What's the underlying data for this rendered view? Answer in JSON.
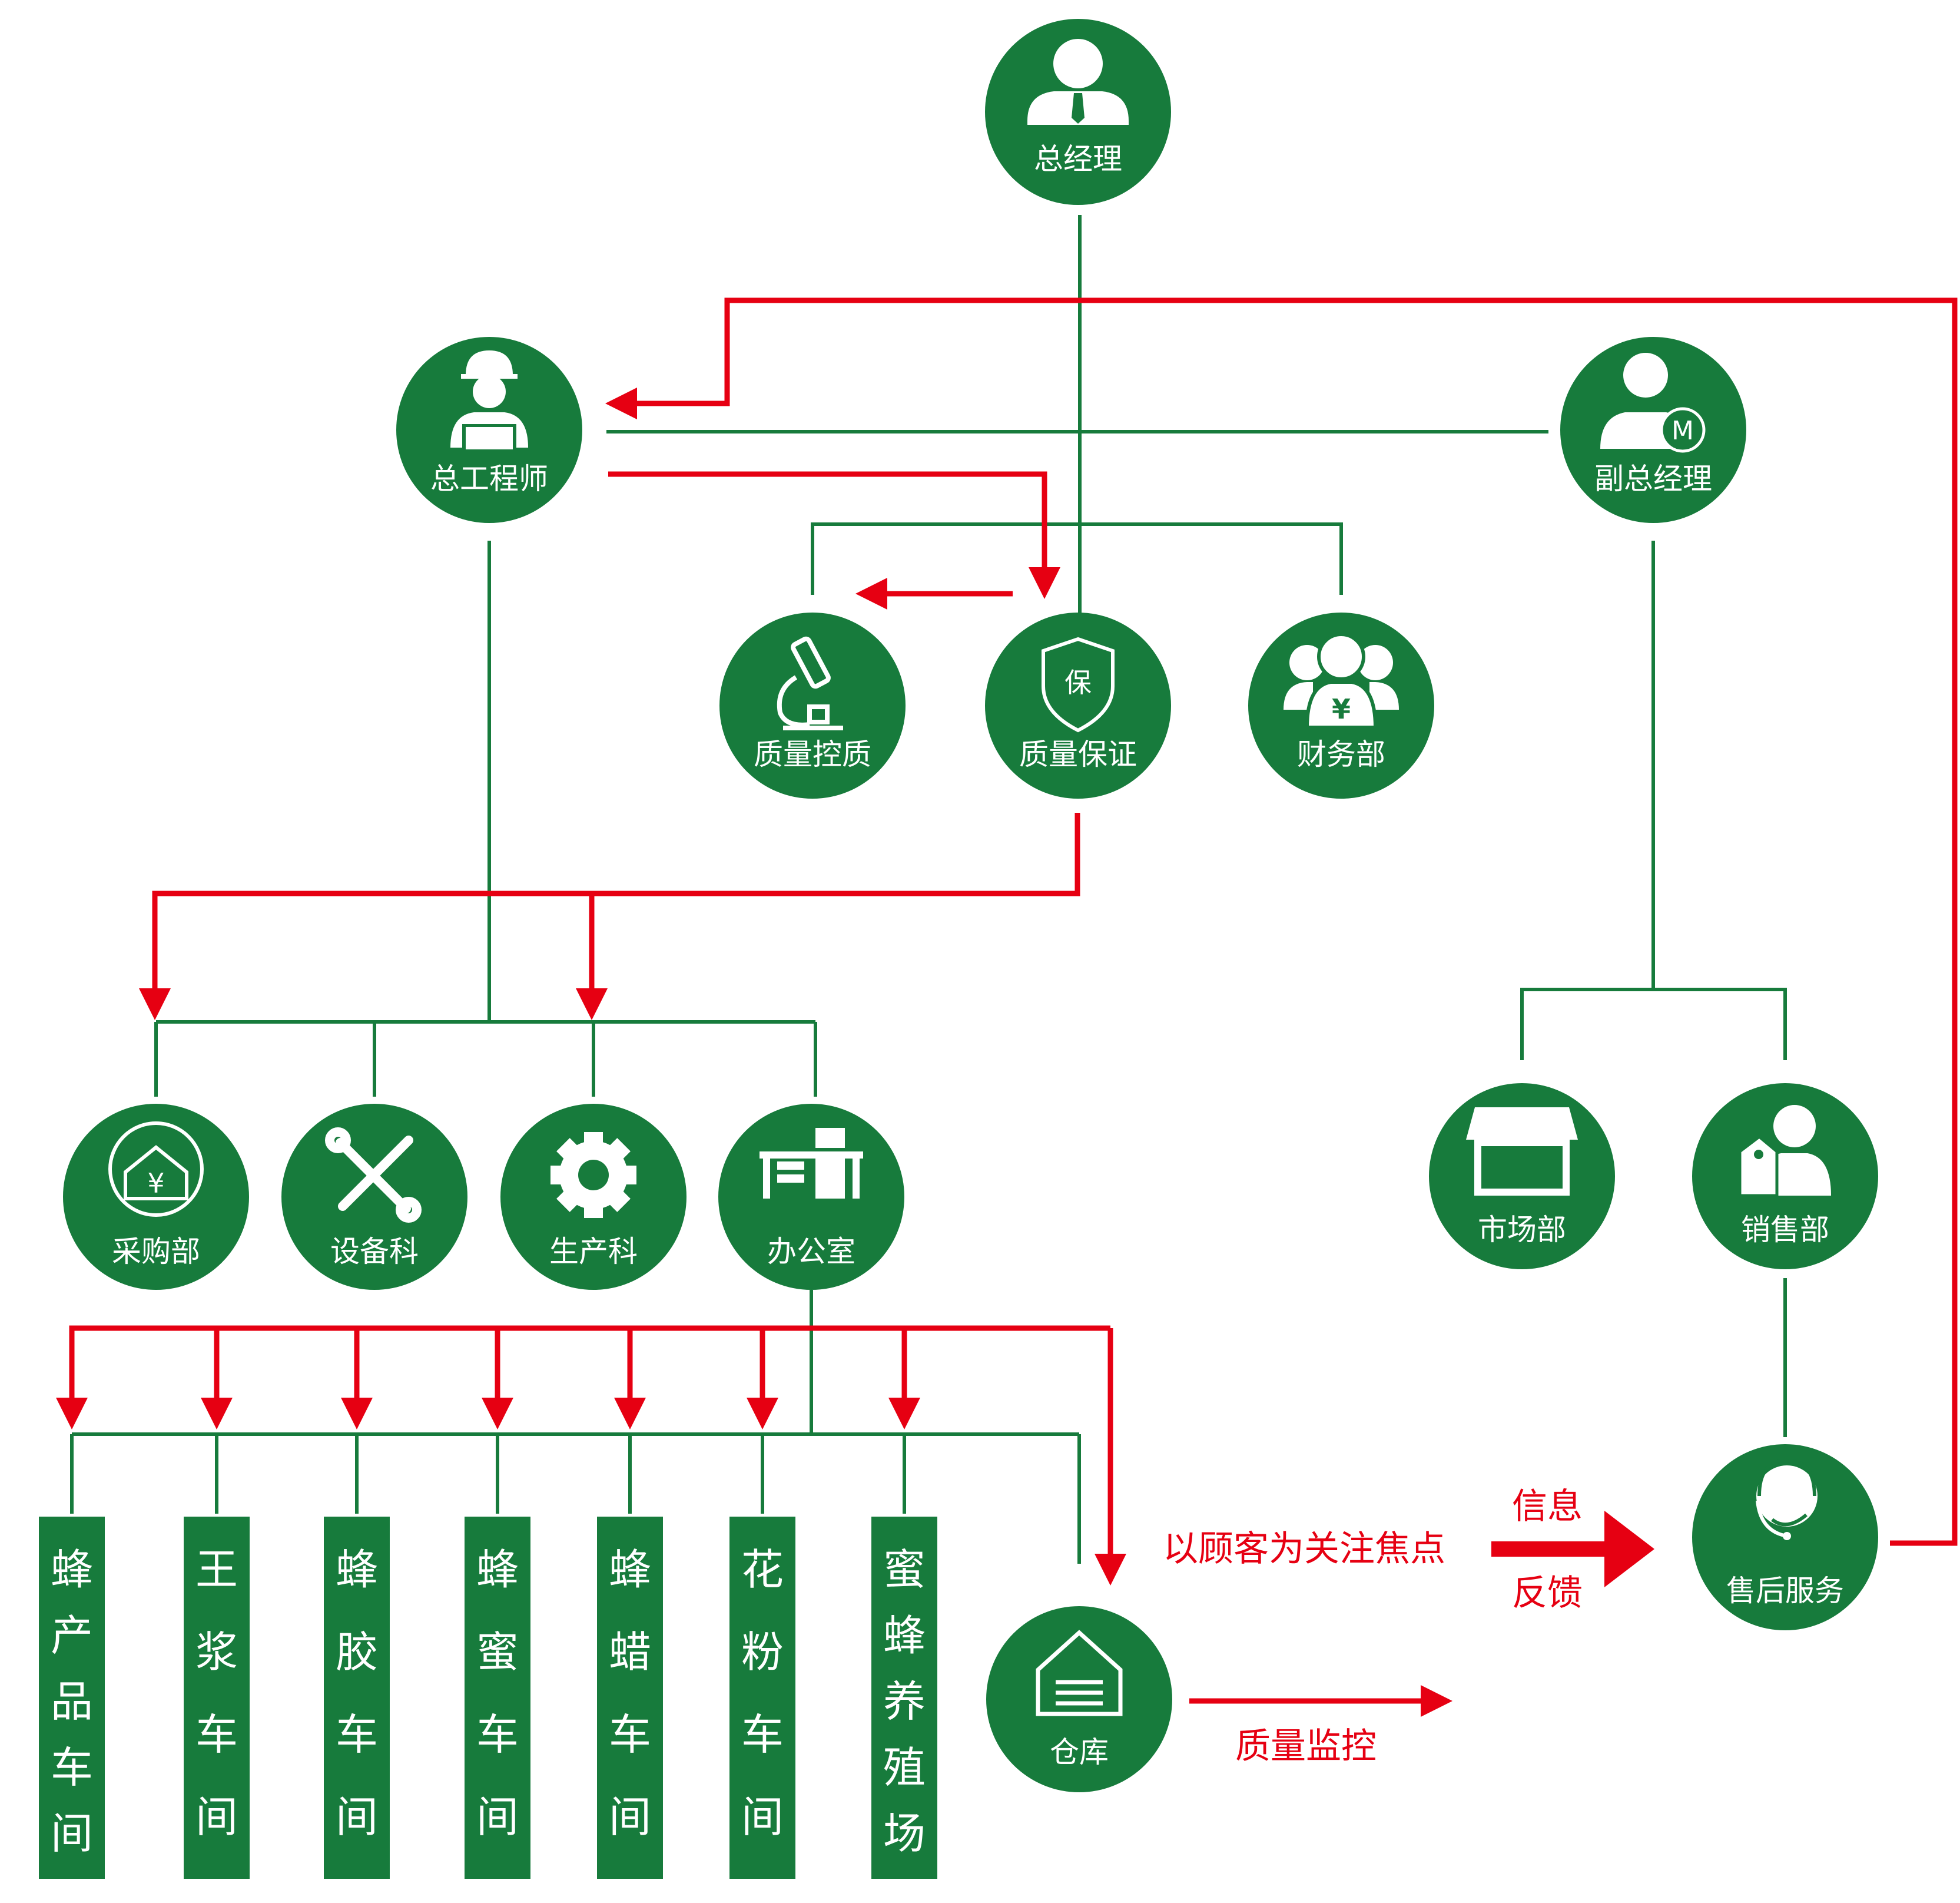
{
  "colors": {
    "green": "#177b3c",
    "red": "#e60012",
    "white": "#ffffff"
  },
  "nodes": {
    "general_manager": {
      "label": "总经理",
      "icon": "manager-icon"
    },
    "chief_engineer": {
      "label": "总工程师",
      "icon": "engineer-icon"
    },
    "deputy_manager": {
      "label": "副总经理",
      "icon": "deputy-manager-icon"
    },
    "quality_control": {
      "label": "质量控质",
      "icon": "microscope-icon"
    },
    "quality_assurance": {
      "label": "质量保证",
      "icon": "shield-icon",
      "icon_text": "保"
    },
    "finance": {
      "label": "财务部",
      "icon": "finance-people-icon",
      "icon_text": "¥"
    },
    "purchasing": {
      "label": "采购部",
      "icon": "purchase-house-icon",
      "icon_text": "¥"
    },
    "equipment": {
      "label": "设备科",
      "icon": "tools-icon"
    },
    "production": {
      "label": "生产科",
      "icon": "gear-icon"
    },
    "office": {
      "label": "办公室",
      "icon": "desk-icon"
    },
    "marketing": {
      "label": "市场部",
      "icon": "storefront-icon"
    },
    "sales": {
      "label": "销售部",
      "icon": "salesperson-icon"
    },
    "after_sales": {
      "label": "售后服务",
      "icon": "headset-icon"
    },
    "warehouse": {
      "label": "仓库",
      "icon": "warehouse-icon"
    }
  },
  "workshops": [
    [
      "蜂",
      "产",
      "品",
      "车",
      "间"
    ],
    [
      "王",
      "浆",
      "车",
      "间"
    ],
    [
      "蜂",
      "胶",
      "车",
      "间"
    ],
    [
      "蜂",
      "蜜",
      "车",
      "间"
    ],
    [
      "蜂",
      "蜡",
      "车",
      "间"
    ],
    [
      "花",
      "粉",
      "车",
      "间"
    ],
    [
      "蜜",
      "蜂",
      "养",
      "殖",
      "场"
    ]
  ],
  "annotations": {
    "customer_focus": "以顾客为关注焦点",
    "info": "信息",
    "feedback": "反馈",
    "quality_monitoring": "质量监控",
    "deputy_icon_letter": "M"
  }
}
